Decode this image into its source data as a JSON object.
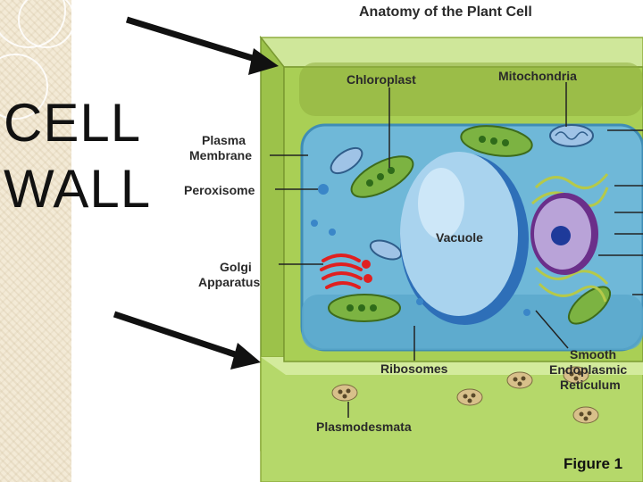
{
  "slide": {
    "heading_line1": "CELL",
    "heading_line2": "WALL"
  },
  "figure": {
    "title": "Anatomy of the Plant Cell",
    "caption": "Figure 1",
    "labels": {
      "chloroplast": "Chloroplast",
      "mitochondria": "Mitochondria",
      "plasma_membrane_1": "Plasma",
      "plasma_membrane_2": "Membrane",
      "peroxisome": "Peroxisome",
      "vacuole": "Vacuole",
      "golgi_1": "Golgi",
      "golgi_2": "Apparatus",
      "ribosomes": "Ribosomes",
      "smooth_er_1": "Smooth",
      "smooth_er_2": "Endoplasmic",
      "smooth_er_3": "Reticulum",
      "plasmodesmata": "Plasmodesmata"
    }
  },
  "colors": {
    "cell_wall": "#a9cf55",
    "cytoplasm": "#6fb8d8",
    "vacuole": "#a9d3ee",
    "chloroplast": "#7cb342",
    "golgi": "#e02020",
    "nucleus": "#9b59b6",
    "arrow": "#111111"
  }
}
